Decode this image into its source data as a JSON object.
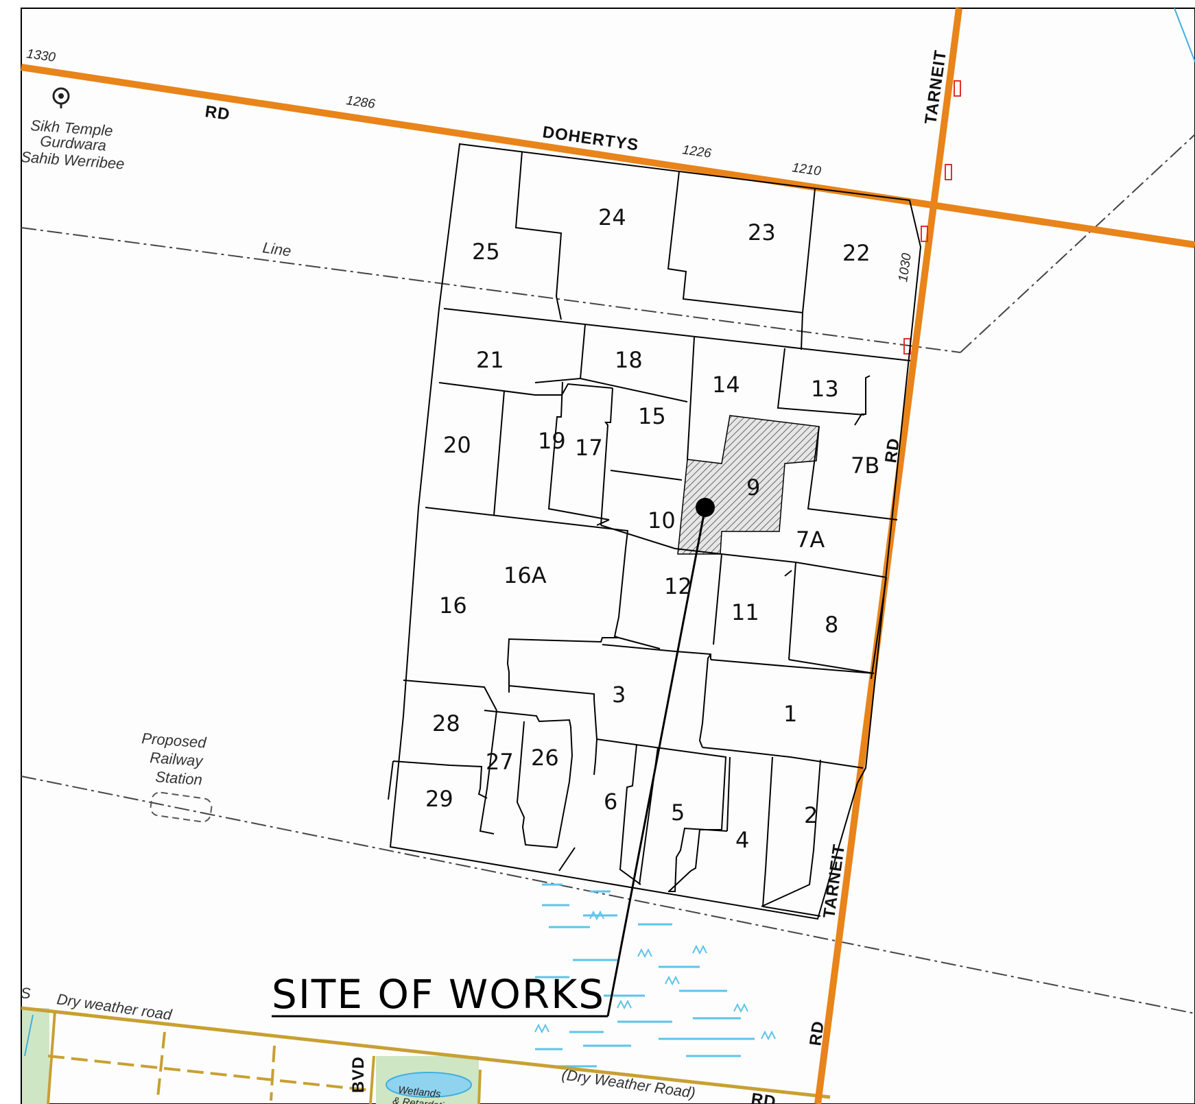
{
  "colors": {
    "arterial": "#e8841a",
    "minor_road": "#c8a032",
    "boundary": "#000000",
    "water": "#3eb0e0",
    "hatch": "#777777",
    "park": "#cfe6c4"
  },
  "roads": {
    "dohertys_rd": "RD",
    "dohertys": "DOHERTYS",
    "tarneit_top": "TARNEIT",
    "tarneit_rd_mid": "RD",
    "tarneit_bottom": "TARNEIT",
    "tarneit_rd_bottom": "RD",
    "line": "Line",
    "dry_weather": "Dry weather road",
    "dry_weather_paren": "(Dry Weather Road)",
    "bottom_rd": "RD",
    "bvd": "BVD",
    "left_s": "S"
  },
  "street_numbers": [
    "1330",
    "1286",
    "1226",
    "1210",
    "1030"
  ],
  "landmarks": {
    "temple_line1": "Sikh Temple",
    "temple_line2": "Gurdwara",
    "temple_line3": "Sahib Werribee",
    "station_line1": "Proposed",
    "station_line2": "Railway",
    "station_line3": "Station",
    "wetlands_line1": "Wetlands",
    "wetlands_line2": "& Retardation"
  },
  "site_label": "SITE OF WORKS",
  "lots": [
    "25",
    "24",
    "23",
    "22",
    "21",
    "18",
    "14",
    "13",
    "20",
    "19",
    "17",
    "15",
    "9",
    "7B",
    "10",
    "7A",
    "16A",
    "12",
    "11",
    "8",
    "16",
    "3",
    "1",
    "28",
    "27",
    "26",
    "29",
    "6",
    "5",
    "4",
    "2"
  ]
}
